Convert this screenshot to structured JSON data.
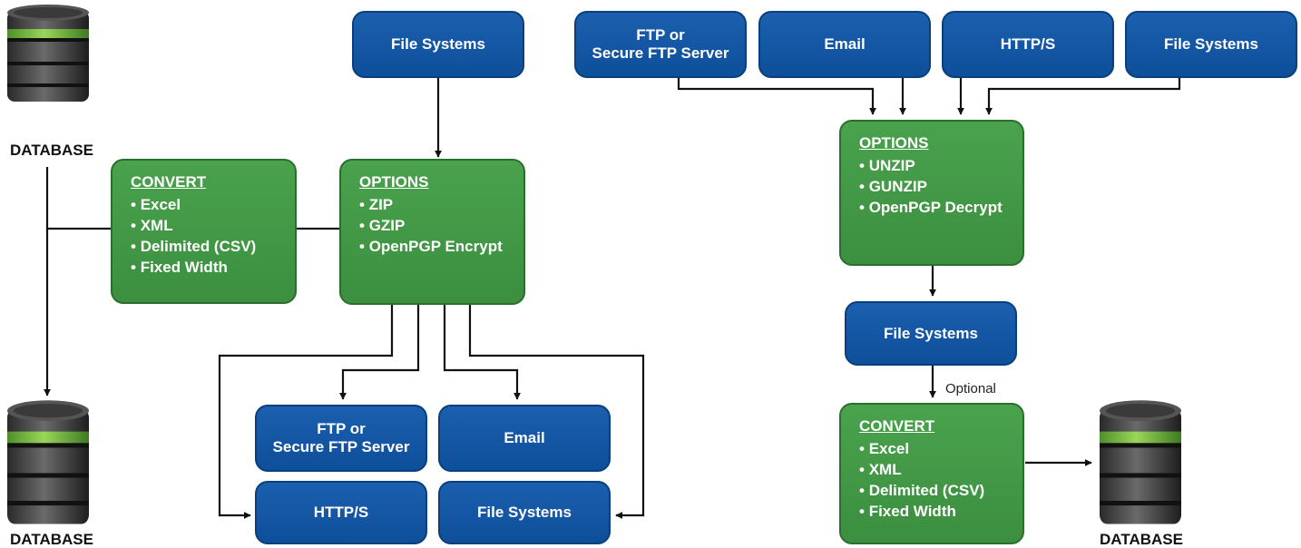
{
  "colors": {
    "blue": "#0e4f9a",
    "green": "#3f9441",
    "line": "#111111",
    "db_band": "#7ac143"
  },
  "left": {
    "db_top_label": "DATABASE",
    "db_bottom_label": "DATABASE",
    "convert": {
      "title": "CONVERT",
      "items": [
        "Excel",
        "XML",
        "Delimited (CSV)",
        "Fixed Width"
      ]
    },
    "options": {
      "title": "OPTIONS",
      "items": [
        "ZIP",
        "GZIP",
        "OpenPGP Encrypt"
      ]
    },
    "source_filesystems": "File Systems",
    "dest_ftp": "FTP or\nSecure FTP Server",
    "dest_email": "Email",
    "dest_http": "HTTP/S",
    "dest_filesystems": "File Systems"
  },
  "right": {
    "src_ftp": "FTP or\nSecure FTP Server",
    "src_email": "Email",
    "src_http": "HTTP/S",
    "src_filesystems": "File Systems",
    "options": {
      "title": "OPTIONS",
      "items": [
        "UNZIP",
        "GUNZIP",
        "OpenPGP Decrypt"
      ]
    },
    "mid_filesystems": "File Systems",
    "optional_label": "Optional",
    "convert": {
      "title": "CONVERT",
      "items": [
        "Excel",
        "XML",
        "Delimited (CSV)",
        "Fixed Width"
      ]
    },
    "db_label": "DATABASE"
  }
}
